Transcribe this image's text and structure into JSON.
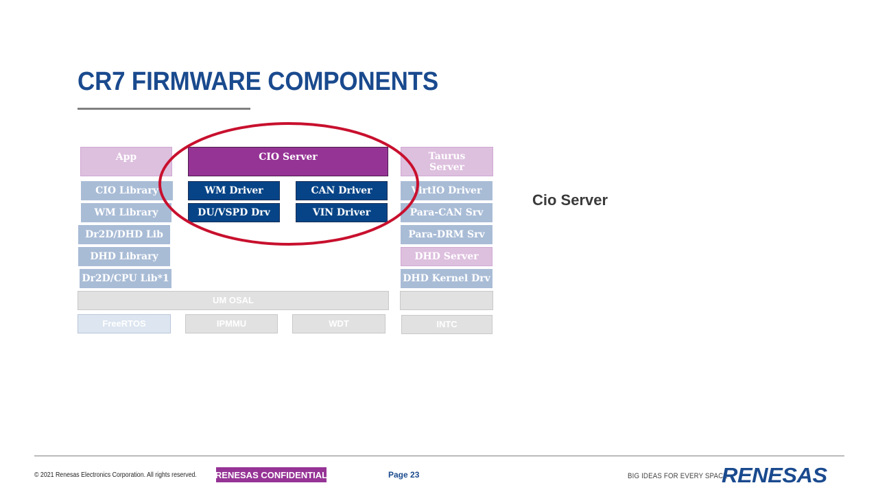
{
  "slide": {
    "title": "CR7 FIRMWARE COMPONENTS",
    "side_label": "Cio Server"
  },
  "diagram": {
    "left_column": {
      "app": "App",
      "cio_library": "CIO Library",
      "wm_library": "WM Library",
      "dr2d_dhd_lib": "Dr2D/DHD Lib",
      "dhd_library": "DHD Library",
      "dr2d_cpu_lib": "Dr2D/CPU Lib*1"
    },
    "center": {
      "cio_server": "CIO Server",
      "wm_driver": "WM Driver",
      "can_driver": "CAN Driver",
      "du_vspd_drv": "DU/VSPD Drv",
      "vin_driver": "VIN Driver"
    },
    "right_column": {
      "taurus_server": "Taurus Server",
      "virtio_driver": "VirtIO Driver",
      "para_can_srv": "Para-CAN Srv",
      "para_drm_srv": "Para-DRM Srv",
      "dhd_server": "DHD Server",
      "dhd_kernel_drv": "DHD Kernel Drv"
    },
    "um_osal": "UM OSAL",
    "bottom_row": {
      "freertos": "FreeRTOS",
      "ipmmu": "IPMMU",
      "wdt": "WDT",
      "intc": "INTC"
    },
    "highlight_color": "#c8102e"
  },
  "footer": {
    "copyright": "© 2021 Renesas Electronics Corporation. All rights reserved.",
    "confidential": "RENESAS CONFIDENTIAL",
    "page": "Page 23",
    "tagline": "BIG IDEAS FOR EVERY SPACE",
    "logo_text": "RENESAS"
  },
  "colors": {
    "title_blue": "#1a4a8e",
    "dark_blue": "#074487",
    "purple": "#963496",
    "light_purple": "#ddbfde",
    "light_blue": "#a9bcd6",
    "gray": "#e1e1e1"
  }
}
